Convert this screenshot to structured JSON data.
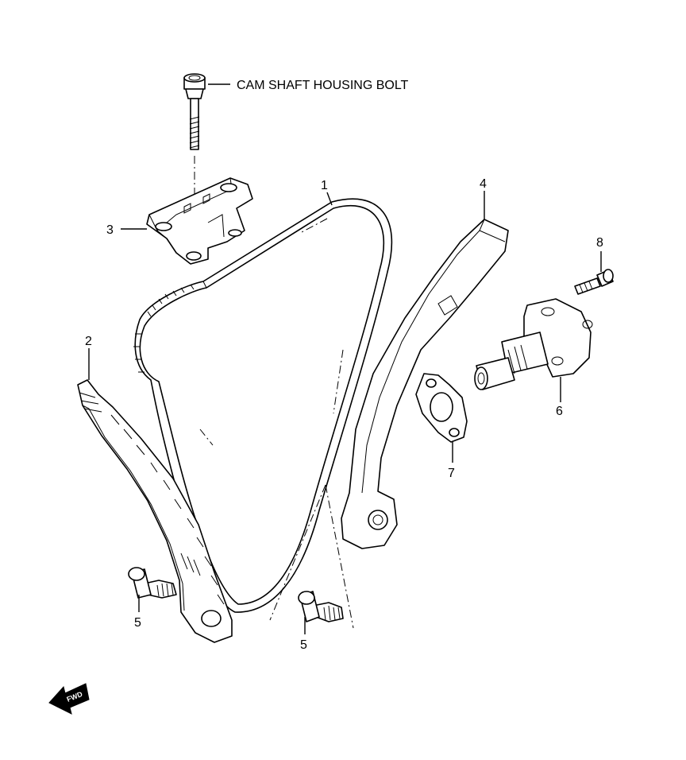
{
  "callouts": {
    "bolt_label": "CAM SHAFT HOUSING BOLT",
    "p1": "1",
    "p2": "2",
    "p3": "3",
    "p4": "4",
    "p5a": "5",
    "p5b": "5",
    "p6": "6",
    "p7": "7",
    "p8": "8"
  },
  "fwd_badge": "FWD",
  "colors": {
    "ink": "#000000",
    "paper": "#ffffff"
  }
}
